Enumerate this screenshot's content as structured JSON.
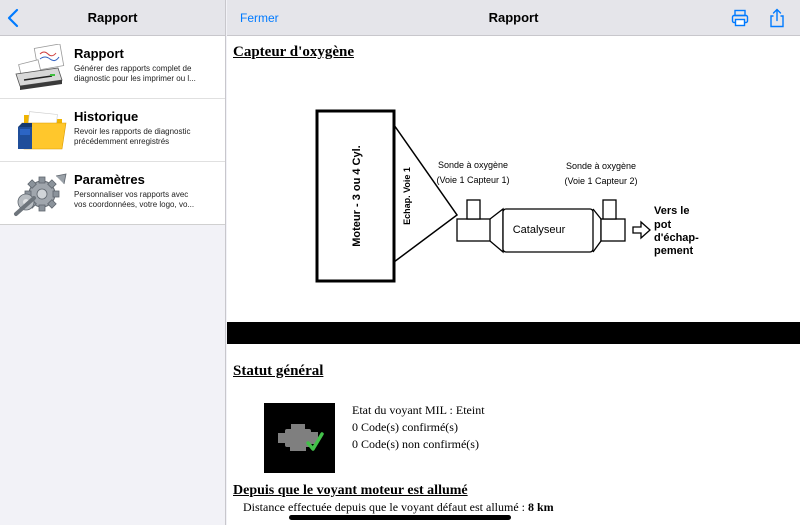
{
  "sidebar": {
    "title": "Rapport",
    "items": [
      {
        "title": "Rapport",
        "desc": "Générer des rapports complet de\ndiagnostic pour les imprimer ou l...",
        "icon": "printer-report-icon"
      },
      {
        "title": "Historique",
        "desc": "Revoir les rapports de diagnostic\nprécédemment enregistrés",
        "icon": "folder-sd-card-icon"
      },
      {
        "title": "Paramètres",
        "desc": "Personnaliser vos rapports avec\nvos coordonnées, votre logo, vo...",
        "icon": "gears-wrench-icon"
      }
    ]
  },
  "header": {
    "close_label": "Fermer",
    "title": "Rapport",
    "print_icon": "print-icon",
    "share_icon": "share-icon"
  },
  "document": {
    "section1_title": "Capteur d'oxygène",
    "diagram": {
      "engine_label": "Moteur - 3 ou 4 Cyl.",
      "exhaust_label": "Echap. Voie 1",
      "sensor1_line1": "Sonde à oxygène",
      "sensor1_line2": "(Voie 1 Capteur 1)",
      "sensor2_line1": "Sonde à oxygène",
      "sensor2_line2": "(Voie 1 Capteur 2)",
      "catalyst_label": "Catalyseur",
      "outlet_line1": "Vers le",
      "outlet_line2": "pot",
      "outlet_line3": "d'échap-",
      "outlet_line4": "pement"
    },
    "section2_title": "Statut général",
    "status_icon": "engine-check-icon",
    "mil_status": "Etat du voyant MIL : Eteint",
    "confirmed_codes": "0 Code(s) confirmé(s)",
    "unconfirmed_codes": "0 Code(s) non confirmé(s)",
    "section3_title": "Depuis que le voyant moteur est allumé",
    "distance_text": "Distance effectuée depuis que le voyant défaut est allumé : ",
    "distance_value": "8 km"
  },
  "colors": {
    "accent": "#007aff",
    "header_bg": "#e5e5ea",
    "check_green": "#43c04a"
  }
}
